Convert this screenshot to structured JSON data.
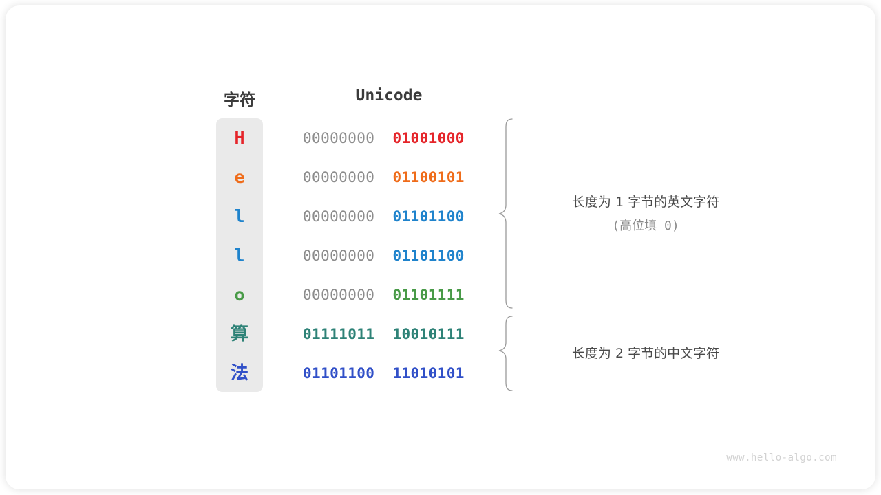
{
  "card": {
    "background": "#ffffff",
    "radius": 20
  },
  "headers": {
    "char": "字符",
    "unicode": "Unicode"
  },
  "palette": {
    "red": "#e5252a",
    "orange": "#ef6c1a",
    "blue": "#1f83cc",
    "green": "#489a47",
    "teal": "#2e8277",
    "royal": "#3150c8",
    "gray": "#8c8c8c",
    "pill_bg": "#eaeaea",
    "text": "#3b3b3b",
    "note": "#4a4a4a",
    "watermark": "#d2d2d2"
  },
  "rows": [
    {
      "char": "H",
      "color": "#e5252a",
      "cjk": false,
      "hi": "00000000",
      "lo": "01001000",
      "hi_strong": false
    },
    {
      "char": "e",
      "color": "#ef6c1a",
      "cjk": false,
      "hi": "00000000",
      "lo": "01100101",
      "hi_strong": false
    },
    {
      "char": "l",
      "color": "#1f83cc",
      "cjk": false,
      "hi": "00000000",
      "lo": "01101100",
      "hi_strong": false
    },
    {
      "char": "l",
      "color": "#1f83cc",
      "cjk": false,
      "hi": "00000000",
      "lo": "01101100",
      "hi_strong": false
    },
    {
      "char": "o",
      "color": "#489a47",
      "cjk": false,
      "hi": "00000000",
      "lo": "01101111",
      "hi_strong": false
    },
    {
      "char": "算",
      "color": "#2e8277",
      "cjk": true,
      "hi": "01111011",
      "lo": "10010111",
      "hi_strong": true
    },
    {
      "char": "法",
      "color": "#3150c8",
      "cjk": true,
      "hi": "01101100",
      "lo": "11010101",
      "hi_strong": true
    }
  ],
  "notes": {
    "ascii_main": "长度为 1 字节的英文字符",
    "ascii_sub": "(高位填 0)",
    "cjk_main": "长度为 2 字节的中文字符"
  },
  "watermark": "www.hello-algo.com"
}
